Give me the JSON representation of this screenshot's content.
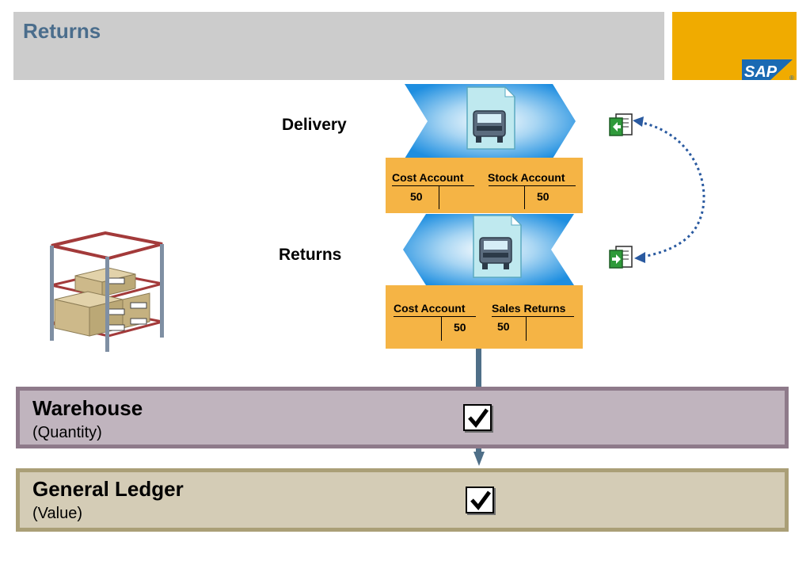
{
  "header": {
    "title": "Returns"
  },
  "logo": {
    "text": "SAP",
    "mark": "®"
  },
  "steps": [
    {
      "label": "Delivery",
      "icon": "delivery-truck-document-icon",
      "left_account": {
        "name": "Cost Account",
        "debit": "50",
        "credit": ""
      },
      "right_account": {
        "name": "Stock Account",
        "debit": "",
        "credit": "50"
      }
    },
    {
      "label": "Returns",
      "icon": "returns-truck-document-icon",
      "left_account": {
        "name": "Cost Account",
        "debit": "",
        "credit": "50"
      },
      "right_account": {
        "name": "Sales Returns",
        "debit": "50",
        "credit": ""
      }
    }
  ],
  "bands": {
    "warehouse": {
      "title": "Warehouse",
      "subtitle": "(Quantity)",
      "checked": true
    },
    "ledger": {
      "title": "General Ledger",
      "subtitle": "(Value)",
      "checked": true
    }
  },
  "colors": {
    "header_bar": "#cccccc",
    "title": "#4a6d8c",
    "sap_gold": "#f0ab00",
    "sap_blue": "#1a6ab3",
    "t_account": "#f5b445",
    "warehouse_band": "#c0b4be",
    "ledger_band": "#d4ccb6",
    "flow_arrow": "#4f6f88"
  }
}
